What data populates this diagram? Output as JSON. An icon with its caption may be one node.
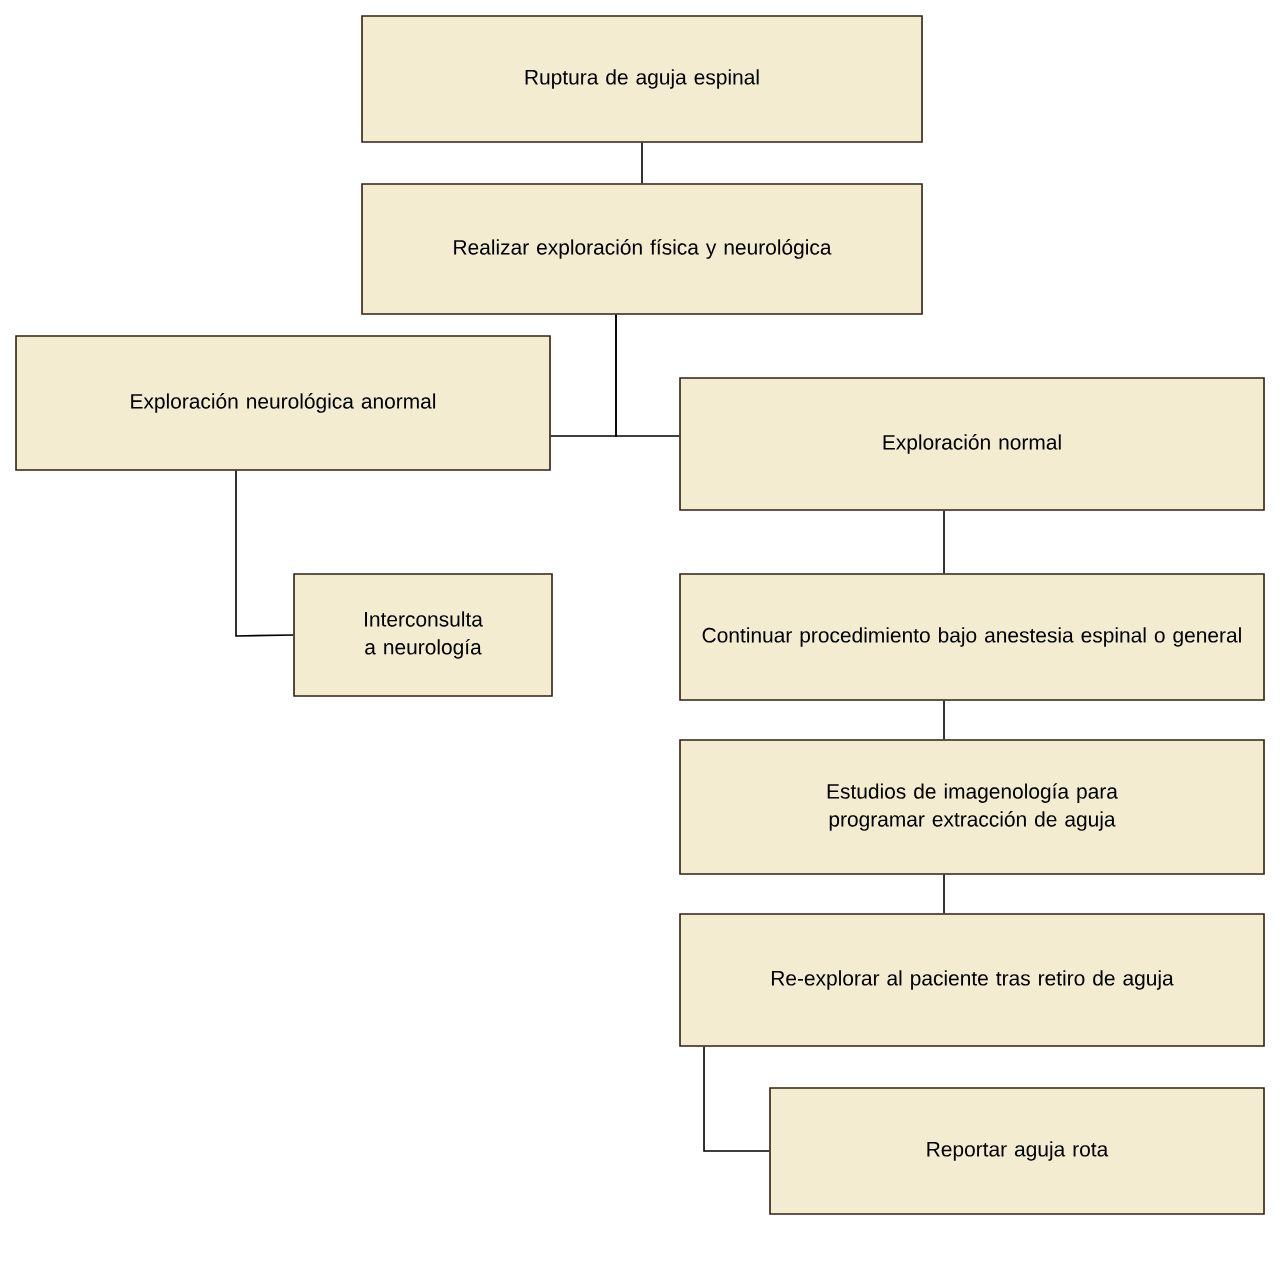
{
  "diagram": {
    "nodes": [
      {
        "text": [
          "Ruptura de aguja espinal"
        ]
      },
      {
        "text": [
          "Realizar exploración física y neurológica"
        ]
      },
      {
        "text": [
          "Exploración neurológica anormal"
        ]
      },
      {
        "text": [
          "Exploración normal"
        ]
      },
      {
        "text": [
          "Interconsulta a neurología"
        ]
      },
      {
        "text": [
          "Continuar procedimiento bajo anestesia espinal o general"
        ]
      },
      {
        "text": [
          "Estudios de imagenología para programar extracción de aguja"
        ]
      },
      {
        "text": [
          "Re-explorar al paciente tras retiro de aguja"
        ]
      },
      {
        "text": [
          "Reportar aguja rota"
        ]
      }
    ],
    "edges": [
      {
        "from": 0,
        "to": 1,
        "arrow": "none"
      },
      {
        "from": 1,
        "to": 2,
        "arrow": "none"
      },
      {
        "from": 1,
        "to": 3,
        "arrow": "none"
      },
      {
        "from": 2,
        "to": 4,
        "arrow": "none"
      },
      {
        "from": 3,
        "to": 5,
        "arrow": "none"
      },
      {
        "from": 5,
        "to": 6,
        "arrow": "none"
      },
      {
        "from": 6,
        "to": 7,
        "arrow": "none"
      },
      {
        "from": 7,
        "to": 8,
        "arrow": "none"
      }
    ]
  }
}
